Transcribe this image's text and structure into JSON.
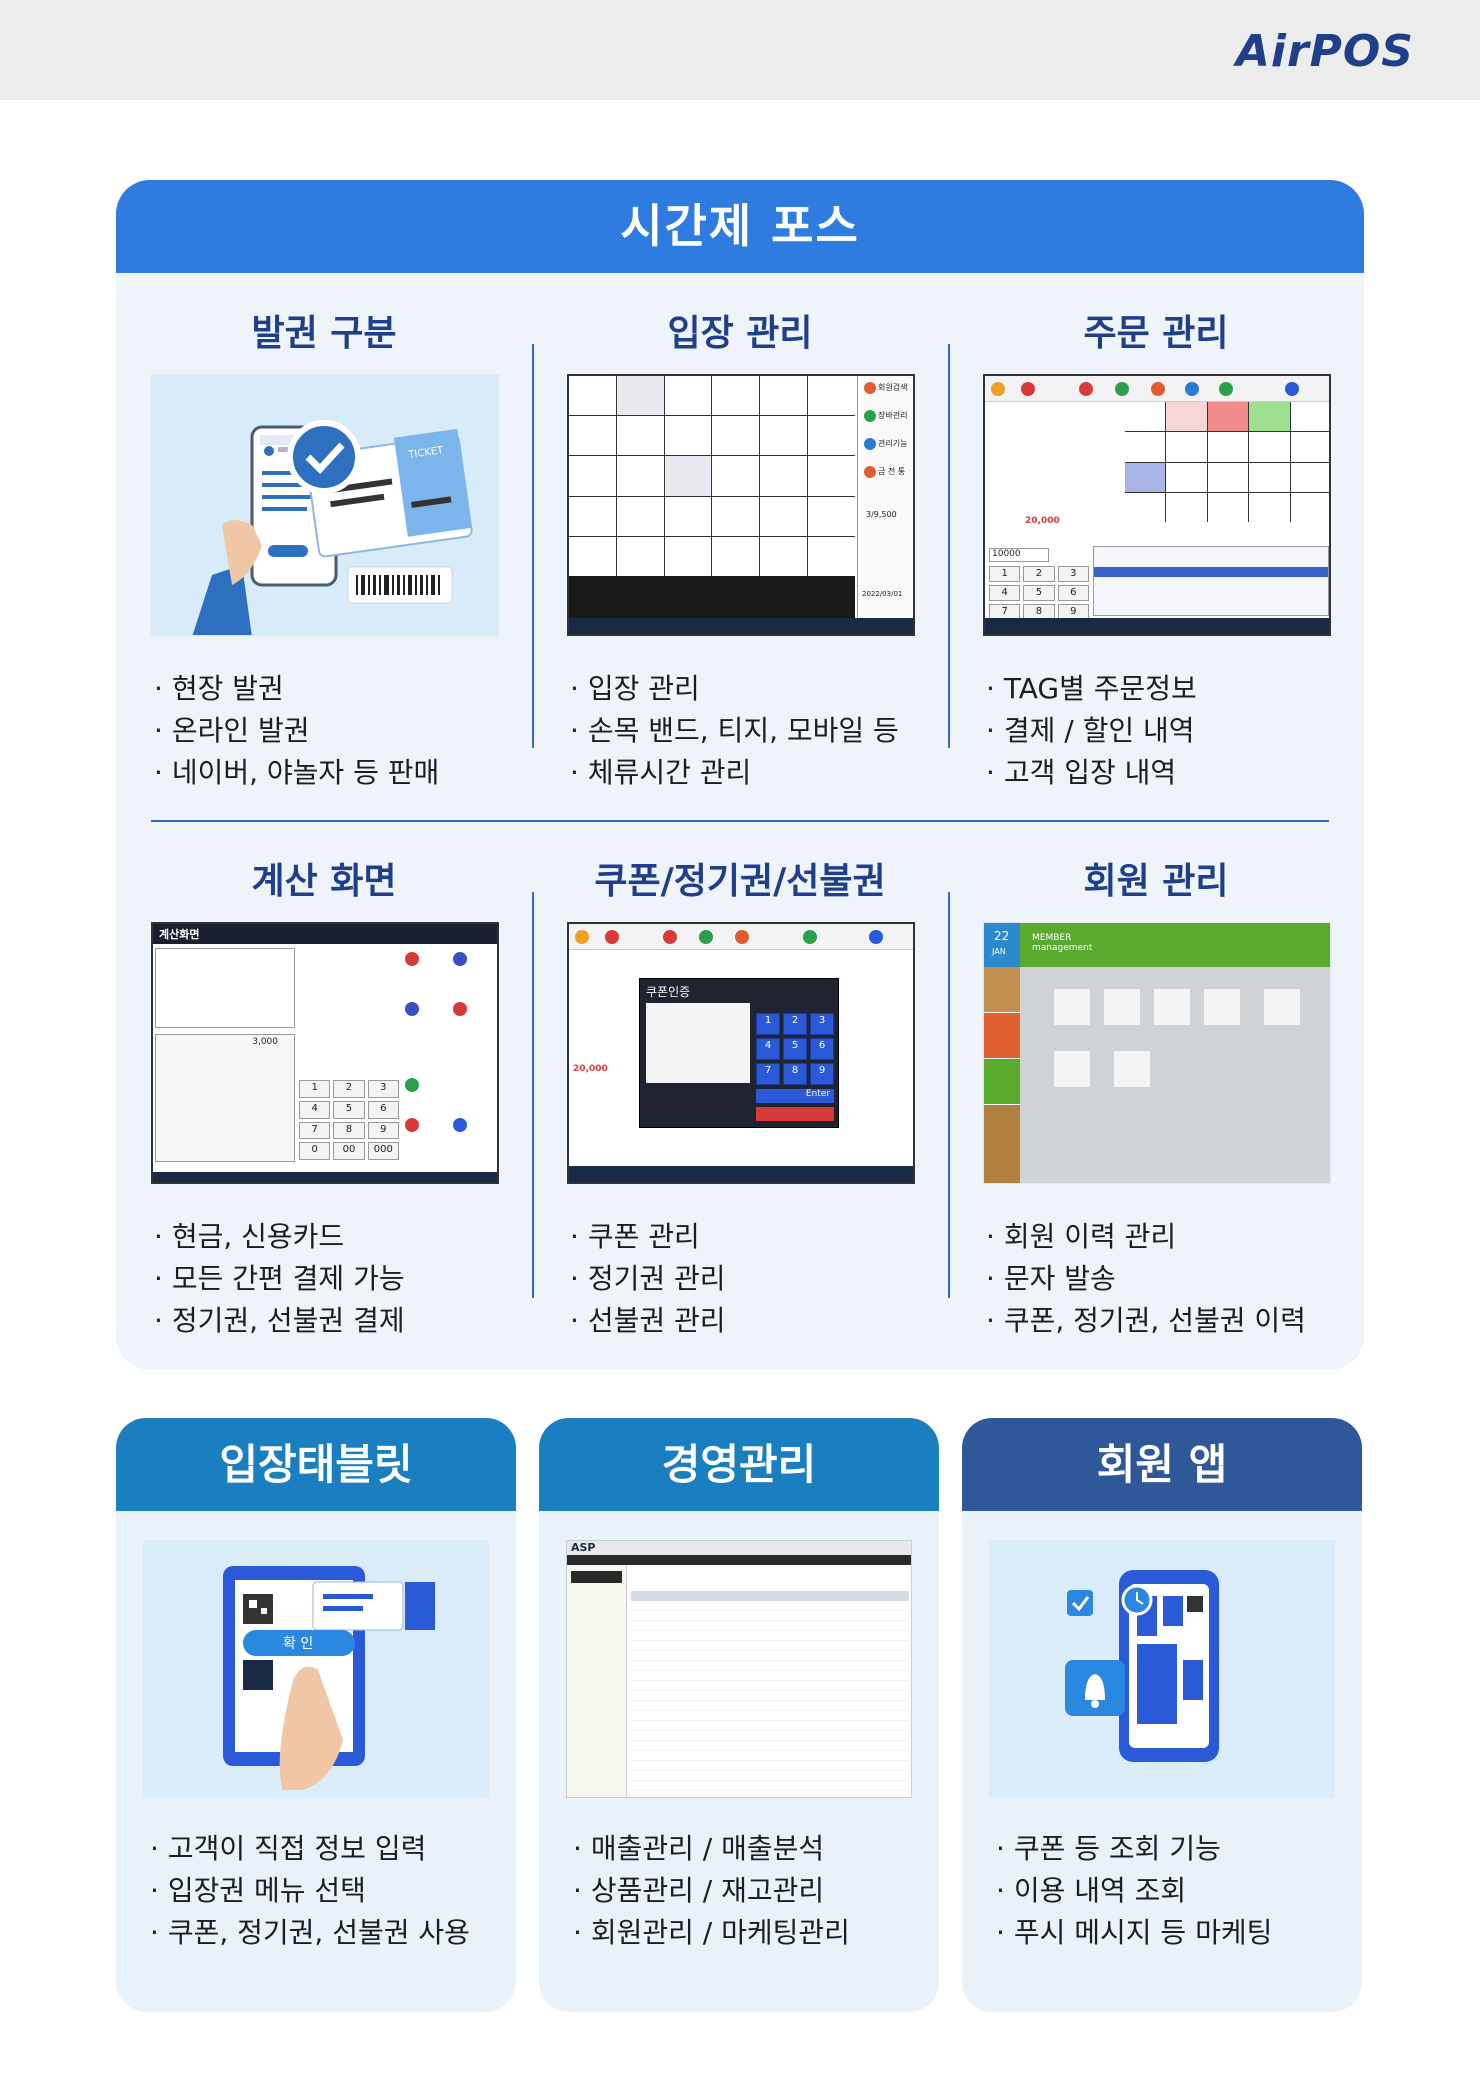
{
  "brand": {
    "logo": "AirPOS"
  },
  "main": {
    "title": "시간제 포스",
    "sections": [
      {
        "title": "발권 구분",
        "bullets": [
          "현장 발권",
          "온라인 발권",
          "네이버, 야놀자 등 판매"
        ],
        "ticket_label": "TICKET"
      },
      {
        "title": "입장 관리",
        "bullets": [
          "입장 관리",
          "손목 밴드, 티지, 모바일 등",
          "체류시간 관리"
        ],
        "menu": [
          "회원검색",
          "장바관리",
          "관리기능",
          "금 전 통"
        ],
        "counter": "3/9,500",
        "date": "2022/03/01"
      },
      {
        "title": "주문 관리",
        "bullets": [
          "TAG별 주문정보",
          "결제 / 할인 내역",
          "고객 입장 내역"
        ],
        "amount": "20,000",
        "display": "10000",
        "keys": [
          "1",
          "2",
          "3",
          "4",
          "5",
          "6",
          "7",
          "8",
          "9"
        ]
      },
      {
        "title": "계산 화면",
        "bullets": [
          "현금, 신용카드",
          "모든 간편 결제 가능",
          "정기권, 선불권 결제"
        ],
        "screen_title": "계산화면",
        "total": "3,000",
        "keys": [
          "1",
          "2",
          "3",
          "4",
          "5",
          "6",
          "7",
          "8",
          "9",
          "0",
          "00",
          "000"
        ]
      },
      {
        "title": "쿠폰/정기권/선불권",
        "bullets": [
          "쿠폰 관리",
          "정기권 관리",
          "선불권 관리"
        ],
        "dialog_title": "쿠폰인증",
        "amount": "20,000",
        "enter": "Enter"
      },
      {
        "title": "회원 관리",
        "bullets": [
          "회원 이력 관리",
          "문자 발송",
          "쿠폰, 정기권, 선불권 이력"
        ],
        "day": "22",
        "month": "JAN",
        "banner": "MEMBER management"
      }
    ]
  },
  "bottom": [
    {
      "title": "입장태블릿",
      "bullets": [
        "고객이 직접 정보 입력",
        "입장권 메뉴 선택",
        "쿠폰, 정기권, 선불권 사용"
      ],
      "button_label": "확 인",
      "color": "#1a7fc0"
    },
    {
      "title": "경영관리",
      "bullets": [
        "매출관리 / 매출분석",
        "상품관리 / 재고관리",
        "회원관리 / 마케팅관리"
      ],
      "brand": "ASP",
      "color": "#1a7fc0"
    },
    {
      "title": "회원 앱",
      "bullets": [
        "쿠폰 등 조회 기능",
        "이용 내역 조회",
        "푸시 메시지 등 마케팅"
      ],
      "color": "#2f5898"
    }
  ]
}
